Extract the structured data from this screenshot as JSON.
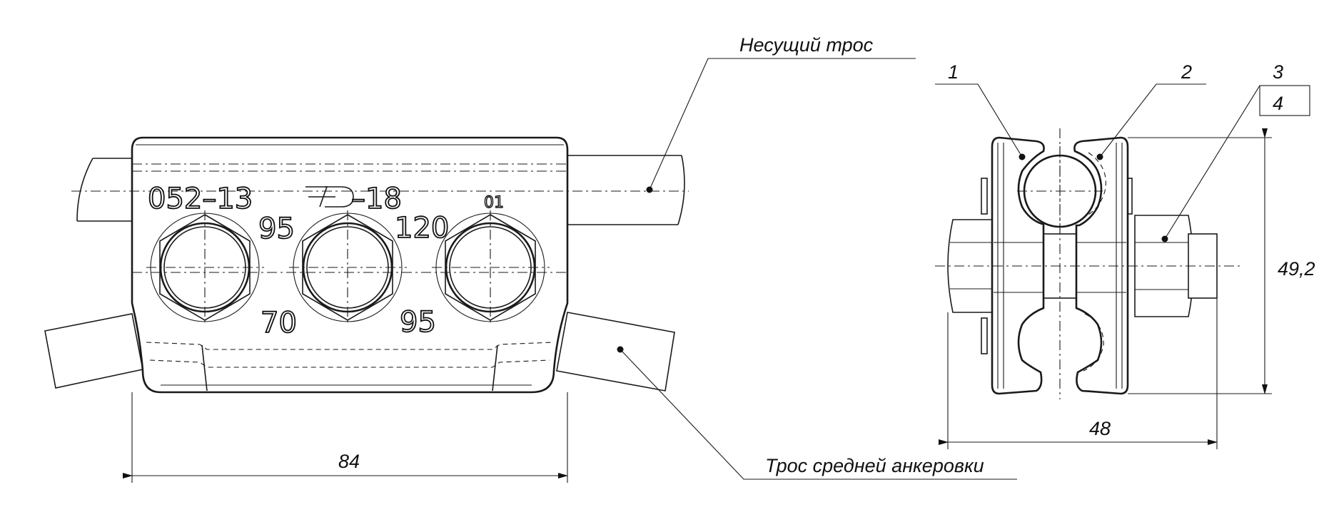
{
  "callouts": {
    "carrier_cable": "Несущий трос",
    "mid_anchor_cable": "Трос средней анкеровки"
  },
  "markings": {
    "part_number": "052–13",
    "maker_code": "–18",
    "variant": "01",
    "size_95_top": "95",
    "size_70": "70",
    "size_120": "120",
    "size_95_bottom": "95"
  },
  "dimensions": {
    "width_front": "84",
    "width_side": "48",
    "height_side": "49,2"
  },
  "positions": {
    "p1": "1",
    "p2": "2",
    "p3": "3",
    "p4": "4"
  }
}
